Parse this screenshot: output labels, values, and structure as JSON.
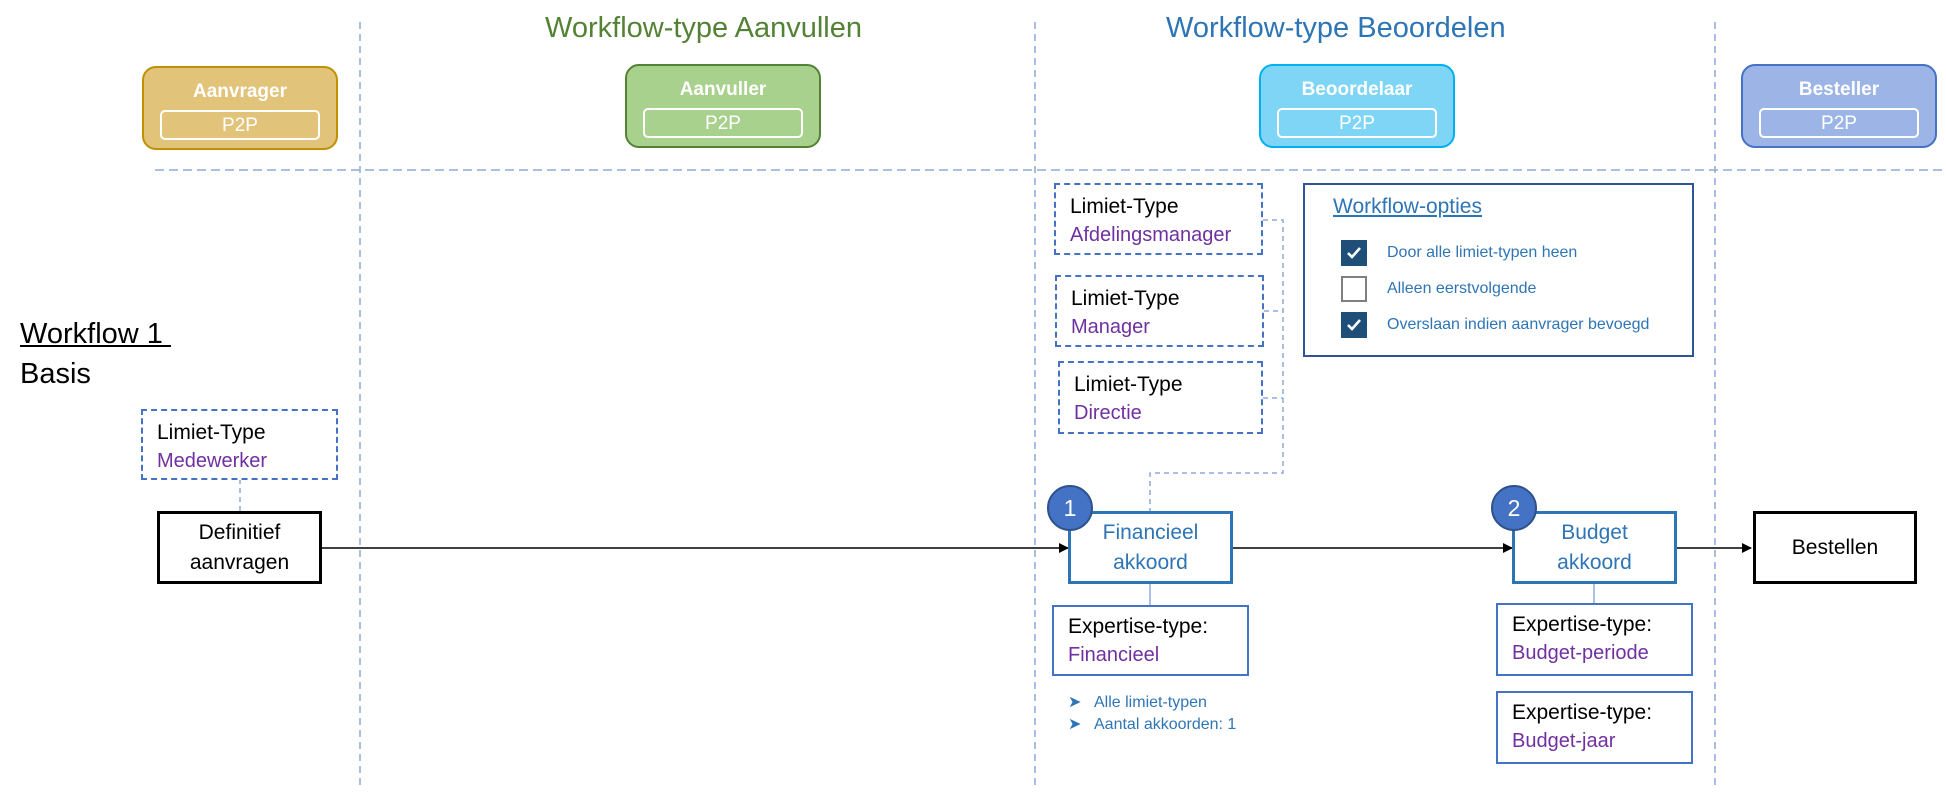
{
  "lanes": {
    "aanvullen_title": "Workflow-type Aanvullen",
    "beoordelen_title": "Workflow-type Beoordelen"
  },
  "roles": [
    {
      "name": "Aanvrager",
      "sub": "P2P",
      "color": "#e2c37a"
    },
    {
      "name": "Aanvuller",
      "sub": "P2P",
      "color": "#a9d18e"
    },
    {
      "name": "Beoordelaar",
      "sub": "P2P",
      "color": "#7fd5f5"
    },
    {
      "name": "Besteller",
      "sub": "P2P",
      "color": "#9db5e6"
    }
  ],
  "workflow": {
    "title": "Workflow 1 ",
    "subtitle": "Basis"
  },
  "limits": [
    {
      "type": "Limiet-Type",
      "value": "Medewerker"
    },
    {
      "type": "Limiet-Type",
      "value": "Afdelingsmanager"
    },
    {
      "type": "Limiet-Type",
      "value": "Manager"
    },
    {
      "type": "Limiet-Type",
      "value": "Directie"
    }
  ],
  "steps": {
    "definitief": "Definitief\naanvragen",
    "financieel": "Financieel\nakkoord",
    "budget": "Budget\nakkoord",
    "bestellen": "Bestellen"
  },
  "badges": [
    "1",
    "2"
  ],
  "expertise": [
    {
      "type": "Expertise-type:",
      "value": "Financieel"
    },
    {
      "type": "Expertise-type:",
      "value": "Budget-periode"
    },
    {
      "type": "Expertise-type:",
      "value": "Budget-jaar"
    }
  ],
  "financieel_notes": [
    "Alle limiet-typen",
    "Aantal akkoorden: 1"
  ],
  "options": {
    "title": "Workflow-opties",
    "items": [
      {
        "label": "Door alle limiet-typen heen",
        "checked": true
      },
      {
        "label": "Alleen  eerstvolgende",
        "checked": false
      },
      {
        "label": "Overslaan indien aanvrager bevoegd",
        "checked": true
      }
    ]
  },
  "colors": {
    "aanvullen_title": "#548235",
    "beoordelen_title": "#2e75b6",
    "lane_divider": "#8faadc",
    "connector": "#8faadc"
  }
}
